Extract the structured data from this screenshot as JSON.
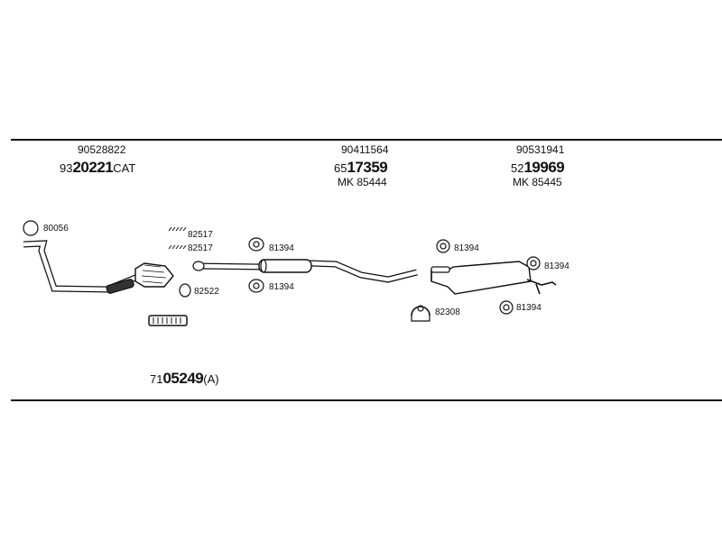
{
  "assembly_number": {
    "prefix": "71",
    "main": "05249",
    "suffix": "(A)"
  },
  "sections": [
    {
      "ref": "90528822",
      "part_prefix": "93",
      "part_main": "20221",
      "part_suffix": "CAT",
      "mk": ""
    },
    {
      "ref": "90411564",
      "part_prefix": "65",
      "part_main": "17359",
      "part_suffix": "",
      "mk": "MK  85444"
    },
    {
      "ref": "90531941",
      "part_prefix": "52",
      "part_main": "19969",
      "part_suffix": "",
      "mk": "MK  85445"
    }
  ],
  "callouts": {
    "ring": "80056",
    "bolt_a": "82517",
    "bolt_b": "82517",
    "gasket": "82522",
    "hanger_front_top": "81394",
    "hanger_front_bottom": "81394",
    "hanger_rear_left": "81394",
    "hanger_rear_right": "81394",
    "hanger_rear_bottom": "81394",
    "clamp": "82308"
  }
}
